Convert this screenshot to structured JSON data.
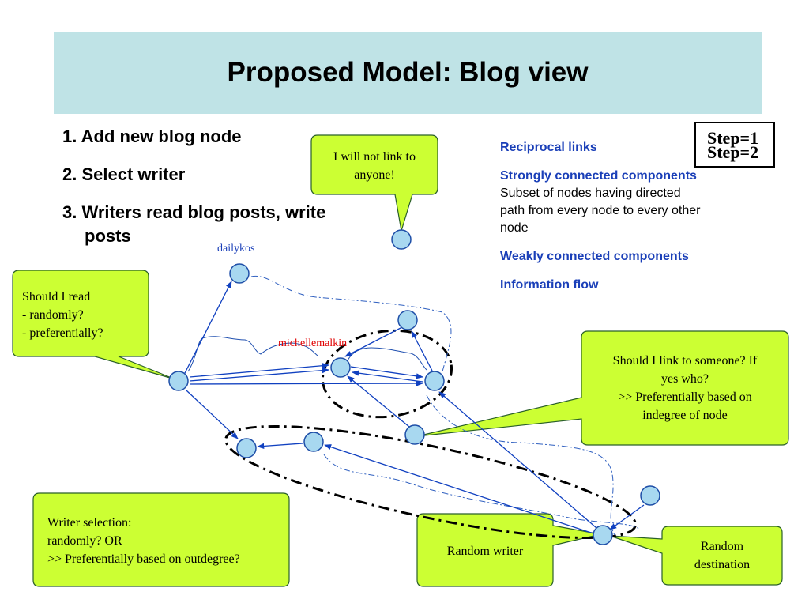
{
  "title": "Proposed Model: Blog view",
  "steps": [
    "1. Add new blog node",
    "2. Select writer",
    "3. Writers read blog posts, write",
    "posts"
  ],
  "concepts": {
    "reciprocal": "Reciprocal links",
    "strong": "Strongly connected components",
    "strong_desc_1": "Subset of nodes having directed",
    "strong_desc_2": "path from every node to every other",
    "strong_desc_3": "node",
    "weak": "Weakly connected components",
    "info": "Information flow"
  },
  "step_box": {
    "step1": "Step=1",
    "step2": "Step=2"
  },
  "callouts": {
    "not_link_1": "I will not link to",
    "not_link_2": "anyone!",
    "should_read_1": "Should I read",
    "should_read_2": "- randomly?",
    "should_read_3": "- preferentially?",
    "should_link_1": "Should I link to someone? If",
    "should_link_2": "yes who?",
    "should_link_3": ">> Preferentially based on",
    "should_link_4": "indegree of node",
    "writer_sel_1": "Writer selection:",
    "writer_sel_2": "randomly? OR",
    "writer_sel_3": ">> Preferentially based on outdegree?",
    "random_writer": "Random writer",
    "random_dest_1": "Random",
    "random_dest_2": "destination"
  },
  "node_labels": {
    "dailykos": "dailykos",
    "michellemalkin": "michellemalkin"
  },
  "colors": {
    "title_bg": "#bfe3e6",
    "callout_fill": "#ccff33",
    "node_fill": "#a8d8f0",
    "node_stroke": "#1f4fa8",
    "edge": "#1040c0",
    "concept_heading": "#1a3fb8",
    "label_red": "#e00000"
  }
}
